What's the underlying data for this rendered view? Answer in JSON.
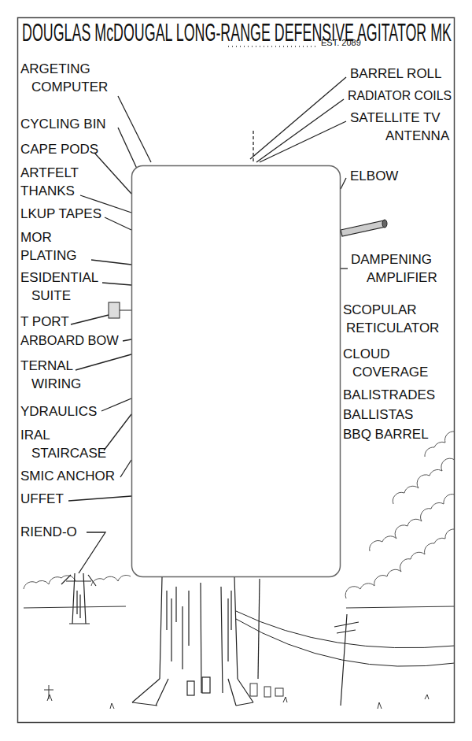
{
  "diagram": {
    "title": "DOUGLAS McDOUGAL LONG-RANGE DEFENSIVE AGITATOR MK",
    "labels": [
      "EST. 2089",
      "ARGETING COMPUTER",
      "CYCLING BIN",
      "CAPE PODS",
      "ARTFELT THANKS",
      "LKUP TAPES",
      "MOR PLATING",
      "ESIDENTIAL SUITE",
      "T PORT",
      "ARBOARD BOW",
      "TERNAL WIRING",
      "YDRAULICS",
      "IRAL STAIRCASE",
      "SMIC ANCHOR",
      "UFFET",
      "RIEND-O",
      "BARREL ROLL",
      "RADIATOR COILS",
      "SATELLITE TV ANTENNA",
      "ELBOW",
      "DAMPENING AMPLIFIER",
      "SCOPULAR RETICULATOR",
      "CLOUD COVERAGE",
      "BALISTRADES",
      "BALLISTAS",
      "BBQ BARREL"
    ]
  }
}
